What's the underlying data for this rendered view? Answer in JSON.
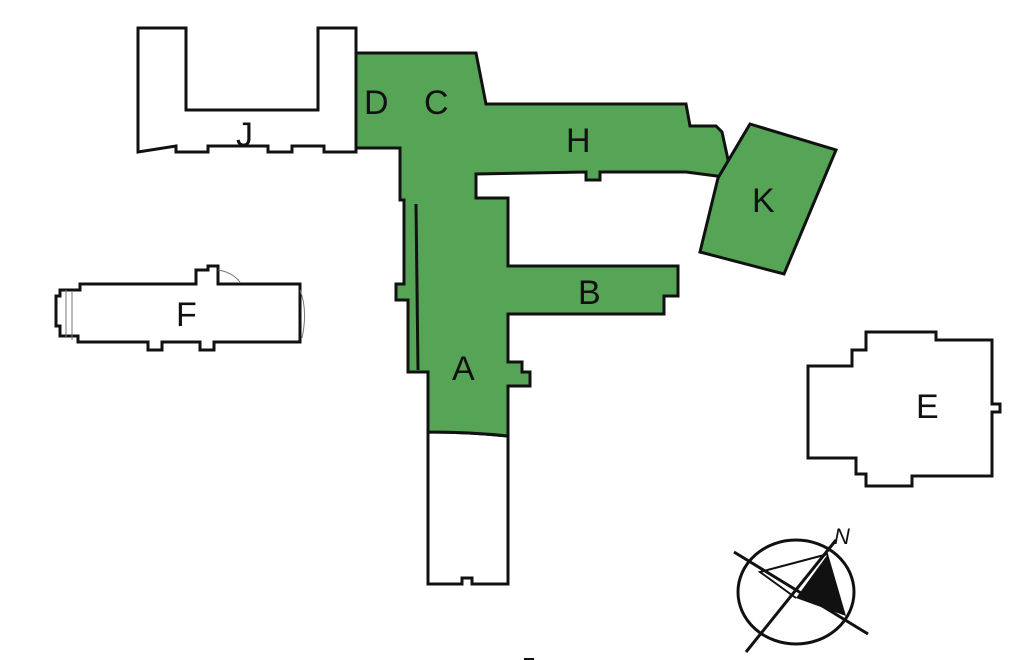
{
  "colors": {
    "highlight": "#56a556",
    "plain": "#ffffff",
    "outline": "#111111"
  },
  "buildings": {
    "J": {
      "label": "J",
      "highlighted": false
    },
    "D": {
      "label": "D",
      "highlighted": true
    },
    "C": {
      "label": "C",
      "highlighted": true
    },
    "H": {
      "label": "H",
      "highlighted": true
    },
    "K": {
      "label": "K",
      "highlighted": true
    },
    "B": {
      "label": "B",
      "highlighted": true
    },
    "A": {
      "label": "A",
      "highlighted": true
    },
    "F": {
      "label": "F",
      "highlighted": false
    },
    "E": {
      "label": "E",
      "highlighted": false
    }
  },
  "compass": {
    "label": "N",
    "icon": "north-arrow-icon"
  }
}
